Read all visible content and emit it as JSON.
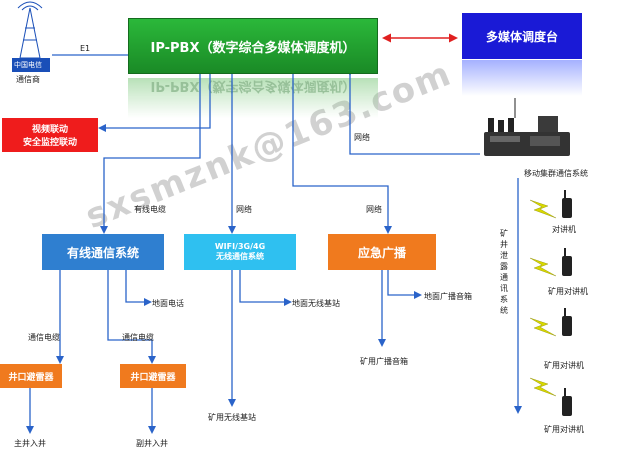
{
  "nodes": {
    "ippbx": "IP-PBX（数字综合多媒体调度机）",
    "dispatch": "多媒体调度台",
    "video": [
      "视频联动",
      "安全监控联动"
    ],
    "wired": "有线通信系统",
    "wifi": [
      "WIFI/3G/4G",
      "无线通信系统"
    ],
    "broadcast": "应急广播",
    "shaft1": "井口避雷器",
    "shaft2": "井口避雷器",
    "telecom": "通信商",
    "mobile": "移动集群通信系统"
  },
  "labels": {
    "e1": "E1",
    "net1": "网络",
    "net2": "网络",
    "net3": "网络",
    "wired_cable": "有线电缆",
    "ground_phone": "地面电话",
    "comm_cable1": "通信电缆",
    "comm_cable2": "通信电缆",
    "main_shaft": "主井入井",
    "aux_shaft": "副井入井",
    "ground_wireless": "地面无线基站",
    "mine_wireless": "矿用无线基站",
    "ground_speaker": "地面广播音箱",
    "mine_speaker": "矿用广播音箱",
    "walkie1": "对讲机",
    "walkie2": "矿用对讲机",
    "walkie3": "矿用对讲机",
    "walkie4": "矿用对讲机",
    "leaky_system": "矿井泄露通讯系统",
    "logo_text": "中国电信"
  },
  "watermark": "sxsmznk@163.com",
  "colors": {
    "green": "#1fa12f",
    "blue": "#1a1ad6",
    "red": "#ef1c1c",
    "steel": "#2f7fd0",
    "cyan": "#2fc0f0",
    "orange": "#f07a1e",
    "line": "#2a63c9",
    "arrow_red": "#e02020",
    "lightning": "#d8d800"
  }
}
